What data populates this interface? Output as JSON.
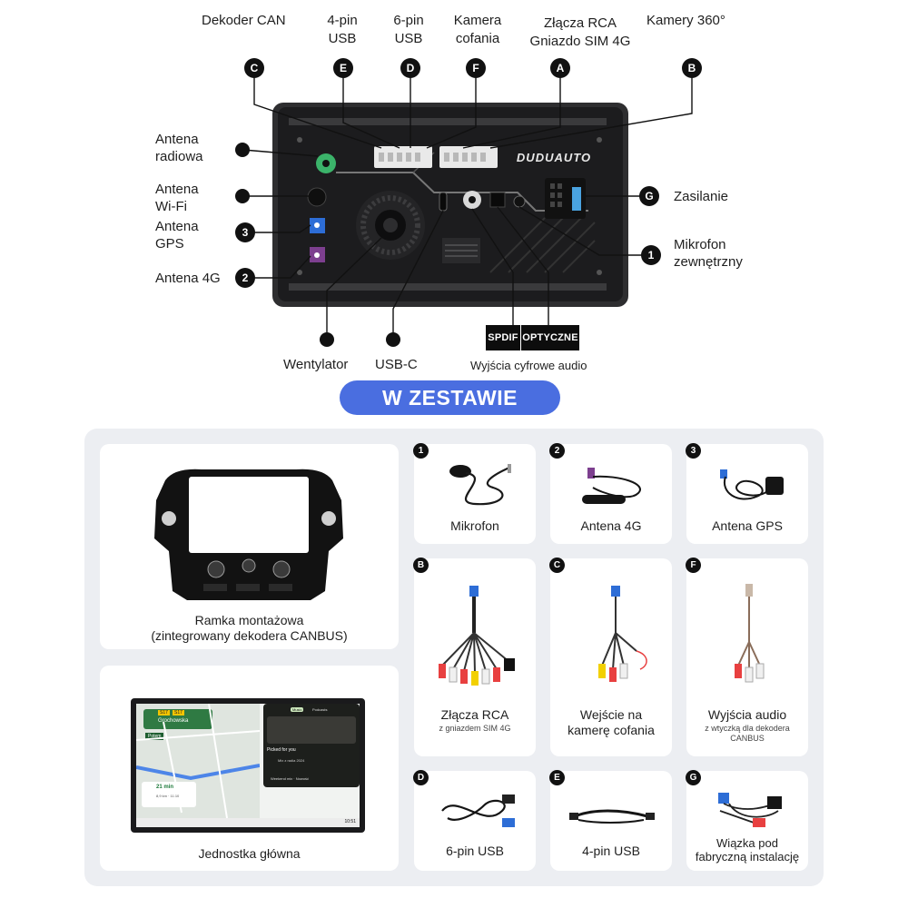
{
  "top_labels": {
    "can_decoder": "Dekoder CAN",
    "usb4_line1": "4-pin",
    "usb4_line2": "USB",
    "usb6_line1": "6-pin",
    "usb6_line2": "USB",
    "camera_line1": "Kamera",
    "camera_line2": "cofania",
    "rca_line1": "Złącza RCA",
    "rca_line2": "Gniazdo SIM 4G",
    "cam360": "Kamery 360°"
  },
  "callouts": {
    "c": "C",
    "e": "E",
    "d": "D",
    "f": "F",
    "a": "A",
    "b": "B",
    "g": "G",
    "n1": "1",
    "n2": "2",
    "n3": "3"
  },
  "side_labels": {
    "radio_line1": "Antena",
    "radio_line2": "radiowa",
    "wifi_line1": "Antena",
    "wifi_line2": "Wi-Fi",
    "gps_line1": "Antena",
    "gps_line2": "GPS",
    "ant4g": "Antena 4G",
    "power": "Zasilanie",
    "mic_line1": "Mikrofon",
    "mic_line2": "zewnętrzny",
    "fan": "Wentylator",
    "usbc": "USB-C",
    "digital_audio": "Wyjścia cyfrowe audio"
  },
  "device": {
    "brand": "DUDUAUTO",
    "spdif": "SPDIF",
    "optical": "OPTYCZNE"
  },
  "section_title": "W ZESTAWIE",
  "kit": {
    "frame": {
      "title_line1": "Ramka montażowa",
      "title_line2": "(zintegrowany dekodera CANBUS)"
    },
    "head_unit": {
      "title": "Jednostka główna",
      "screen": {
        "route_badge_1": "S17",
        "route_badge_2": "S17",
        "street": "Grochowska",
        "turn_label": "Potem",
        "eta_minutes": "21 min",
        "eta_detail": "8,9 km · 11:10",
        "tab_1": "Music",
        "tab_2": "Podcasts",
        "picked": "Picked for you",
        "now_playing": "Mix z radia 2024",
        "track": "Weekend mix · Nowość",
        "clock": "10:51"
      }
    },
    "mic": {
      "badge": "1",
      "title": "Mikrofon"
    },
    "ant4g": {
      "badge": "2",
      "title": "Antena 4G"
    },
    "gps": {
      "badge": "3",
      "title": "Antena GPS"
    },
    "rca": {
      "badge": "B",
      "title": "Złącza RCA",
      "sub": "z gniazdem SIM 4G"
    },
    "camera": {
      "badge": "C",
      "title_line1": "Wejście na",
      "title_line2": "kamerę cofania"
    },
    "audio": {
      "badge": "F",
      "title": "Wyjścia audio",
      "sub_line1": "z wtyczką dla dekodera",
      "sub_line2": "CANBUS"
    },
    "usb6": {
      "badge": "D",
      "title": "6-pin USB"
    },
    "usb4": {
      "badge": "E",
      "title": "4-pin USB"
    },
    "harness": {
      "badge": "G",
      "title_line1": "Wiązka pod",
      "title_line2": "fabryczną instalację"
    }
  },
  "colors": {
    "accent": "#4a6ee0",
    "panel": "#eceef2",
    "device_body": "#2b2b2d",
    "device_face": "#1a1a1c",
    "badge": "#111111"
  }
}
